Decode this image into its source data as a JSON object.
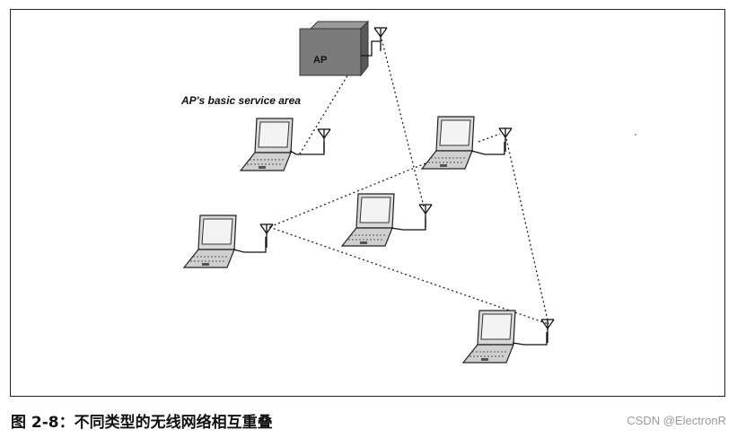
{
  "diagram": {
    "ap_label": "AP",
    "area_label": "AP's basic service area",
    "nodes": [
      {
        "id": "ap",
        "kind": "access-point"
      },
      {
        "id": "laptop-1",
        "kind": "laptop"
      },
      {
        "id": "laptop-2",
        "kind": "laptop"
      },
      {
        "id": "laptop-3",
        "kind": "laptop"
      },
      {
        "id": "laptop-4",
        "kind": "laptop"
      },
      {
        "id": "laptop-5",
        "kind": "laptop"
      }
    ],
    "links": [
      {
        "from": "ap",
        "to": "laptop-1",
        "style": "dotted"
      },
      {
        "from": "ap",
        "to": "laptop-3",
        "style": "dotted"
      },
      {
        "from": "laptop-2",
        "to": "laptop-4",
        "style": "dotted"
      },
      {
        "from": "laptop-2",
        "to": "laptop-5",
        "style": "dotted"
      },
      {
        "from": "laptop-4",
        "to": "laptop-5",
        "style": "dotted"
      }
    ]
  },
  "caption": "图 2-8：不同类型的无线网络相互重叠",
  "watermark": "CSDN @ElectronR"
}
